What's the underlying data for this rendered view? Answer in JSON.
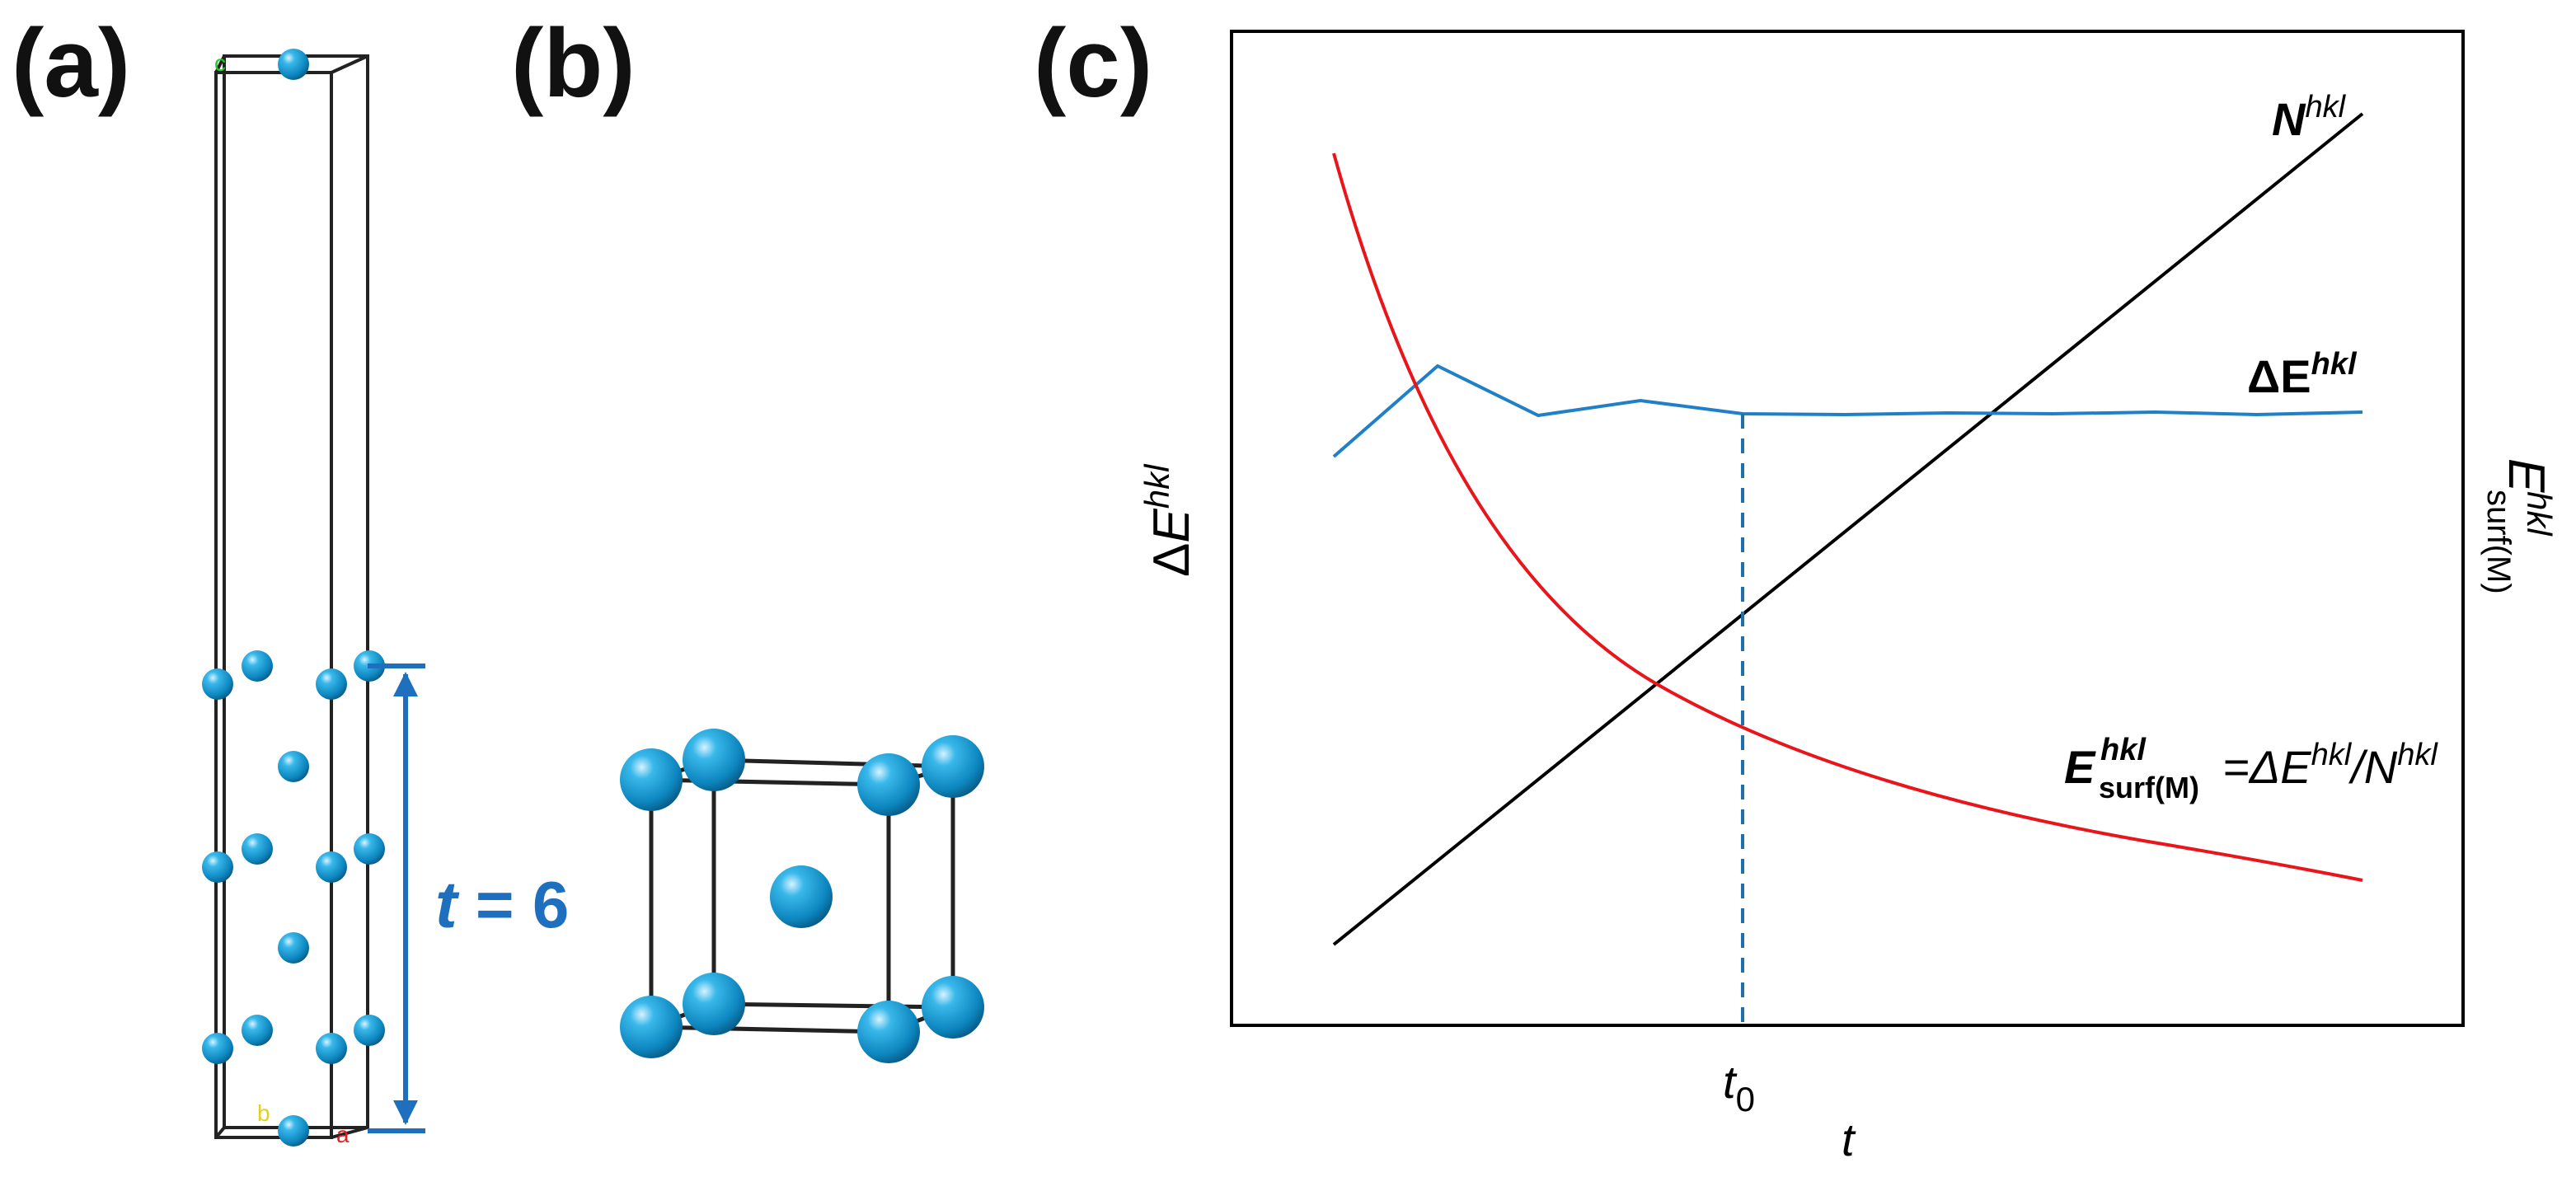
{
  "panels": {
    "a": "(a)",
    "b": "(b)",
    "c": "(c)"
  },
  "panel_a": {
    "axis_letters": {
      "c": "c",
      "b": "b",
      "a": "a"
    },
    "thickness_symbol": "t",
    "thickness_eq": " = 6"
  },
  "panel_c": {
    "left_axis_label": {
      "delta": "Δ",
      "E": "E",
      "sup": "hkl"
    },
    "right_axis_label": {
      "E": "E",
      "sup": "hkl",
      "sub": "surf(M)"
    },
    "x_axis_label": "t",
    "t0_label": {
      "t": "t",
      "sub": "0"
    },
    "curve_labels": {
      "N": {
        "base": "N",
        "sup": "hkl"
      },
      "dE": {
        "base": "ΔE",
        "sup": "hkl"
      },
      "Esurf": {
        "E": "E",
        "sup": "hkl",
        "sub": "surf(M)",
        "rest1": "=ΔE",
        "sup2": "hkl",
        "rest2": "/N",
        "sup3": "hkl"
      }
    }
  },
  "colors": {
    "atom": "#1aa0d8",
    "atom_dark": "#0a5f8a",
    "thickness": "#1f6fbf",
    "red_curve": "#e8151b",
    "blue_curve": "#1f80c8",
    "black_line": "#000000",
    "dashed": "#1f70a8"
  },
  "chart_data": {
    "type": "line",
    "xlabel": "t",
    "ylabel": "ΔE^hkl",
    "ylabel_right": "E^hkl_surf(M)",
    "x_ticks": [
      "t0"
    ],
    "series": [
      {
        "name": "N^hkl",
        "color": "#000000",
        "trend": "linear increasing"
      },
      {
        "name": "ΔE^hkl",
        "color": "#1f80c8",
        "trend": "oscillates then converges"
      },
      {
        "name": "E^hkl_surf(M)=ΔE^hkl/N^hkl",
        "color": "#e8151b",
        "trend": "decaying"
      }
    ],
    "marker": {
      "label": "t0",
      "style": "dashed vertical"
    }
  }
}
